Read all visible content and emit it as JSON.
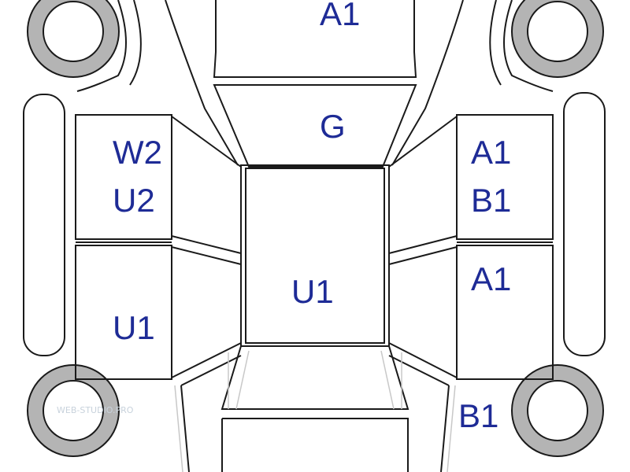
{
  "diagram": {
    "panels": {
      "hood": "A1",
      "windshield": "G",
      "roof": "U1",
      "left_front_door_upper": "W2",
      "left_front_door_lower": "U2",
      "left_rear_door": "U1",
      "right_front_door_upper": "A1",
      "right_front_door_lower": "B1",
      "right_rear_door": "A1",
      "right_rear_quarter": "B1"
    },
    "watermark": "WEB-STUDIO.PRO",
    "colors": {
      "outline": "#1a1a1a",
      "label": "#1e2b96",
      "tire": "#b4b4b4",
      "faint_line": "#c8c8c8"
    }
  }
}
